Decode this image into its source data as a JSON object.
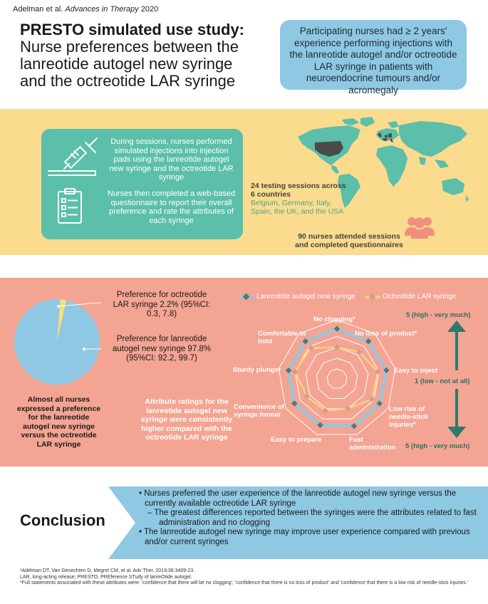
{
  "header": {
    "citation_prefix": "Adelman et al.",
    "citation_journal": "Advances in Therapy",
    "citation_year": "2020",
    "title_bold": "PRESTO simulated use study:",
    "title_rest": "Nurse preferences between the lanreotide autogel new syringe and the octreotide LAR syringe",
    "callout": "Participating nurses had ≥ 2 years' experience performing injections with the lanreotide autogel and/or octreotide LAR syringe in patients with neuroendocrine tumours and/or acromegaly"
  },
  "methods": {
    "step1": "During sessions, nurses performed simulated injections into injection pads using the lanreotide autogel new syringe and the octreotide LAR syringe",
    "step2": "Nurses then completed a web-based questionnaire to report their overall preference and rate the attributes of each syringe",
    "sessions_title": "24 testing sessions across 6 countries",
    "sessions_countries": "Belgium, Germany, Italy, Spain, the UK, and the USA",
    "nurses": "90 nurses attended sessions and completed questionnaires",
    "icons": [
      "syringe-icon",
      "clipboard-icon",
      "world-map",
      "people-icon"
    ]
  },
  "results": {
    "pref_lar": "Preference for octreotide LAR syringe 2.2% (95%CI: 0.3, 7.8)",
    "pref_lan": "Preference for lanreotide autogel new syringe 97.8% (95%CI: 92.2, 99.7)",
    "pie_caption": "Almost all nurses expressed a preference for the lanreotide autogel new syringe versus the octreotide LAR syringe",
    "attr_caption": "Attribute ratings for the lanreotide autogel new syringe were consistently higher compared with the octreotide LAR syringe",
    "legend_lan": "Lanreotide autogel new syringe",
    "legend_lar": "Octreotide LAR syringe",
    "scale_top": "5 (high - very much)",
    "scale_mid": "1 (low - not at all)",
    "scale_bot": "5 (high - very much)",
    "labels": {
      "no_clogging": "No clogging*",
      "no_loss": "No loss of product*",
      "easy_inject": "Easy to inject",
      "low_risk": "Low risk of needle-stick injuries*",
      "fast_admin": "Fast administration",
      "easy_prepare": "Easy to prepare",
      "convenience": "Convenience of syringe format",
      "sturdy": "Sturdy plunger",
      "comfortable": "Comfortable to hold"
    }
  },
  "chart_data": [
    {
      "type": "pie",
      "categories": [
        "Preference for lanreotide autogel new syringe",
        "Preference for octreotide LAR syringe"
      ],
      "values": [
        97.8,
        2.2
      ],
      "colors": [
        "#8ec8e3",
        "#f7e07a"
      ]
    },
    {
      "type": "radar",
      "categories": [
        "No clogging*",
        "No loss of product*",
        "Easy to inject",
        "Low risk of needle-stick injuries*",
        "Fast administration",
        "Easy to prepare",
        "Convenience of syringe format",
        "Sturdy plunger",
        "Comfortable to hold"
      ],
      "range": [
        1,
        5
      ],
      "series": [
        {
          "name": "Lanreotide autogel new syringe",
          "values": [
            4.7,
            4.6,
            4.7,
            4.6,
            4.7,
            4.6,
            4.6,
            4.6,
            4.6
          ],
          "color": "#8ec8e3"
        },
        {
          "name": "Octreotide LAR syringe",
          "values": [
            3.0,
            3.3,
            3.9,
            3.8,
            3.0,
            3.2,
            3.3,
            4.0,
            3.8
          ],
          "color": "#f7d27a"
        }
      ]
    }
  ],
  "conclusion": {
    "title": "Conclusion",
    "bullet1": "• Nurses preferred the user experience of the lanreotide autogel new syringe versus the currently available octreotide LAR syringe",
    "sub1": "– The greatest differences reported between the syringes were the attributes related to fast administration and no clogging",
    "bullet2": "• The lanreotide autogel new syringe may improve user experience compared with previous and/or current syringes"
  },
  "footnotes": {
    "f1": "¹Adelman DT, Van Genechten D, Megret CM, et al. Adv Ther. 2019;36:3409-23.",
    "f2": "LAR, long-acting release; PRESTO, PREference STudy of lanreOtide autogel.",
    "f3": "*Full statements associated with these attributes were: 'confidence that there will be no clogging', 'confidence that there is no loss of product' and 'confidence that there is a low risk of needle-stick injuries.'"
  }
}
